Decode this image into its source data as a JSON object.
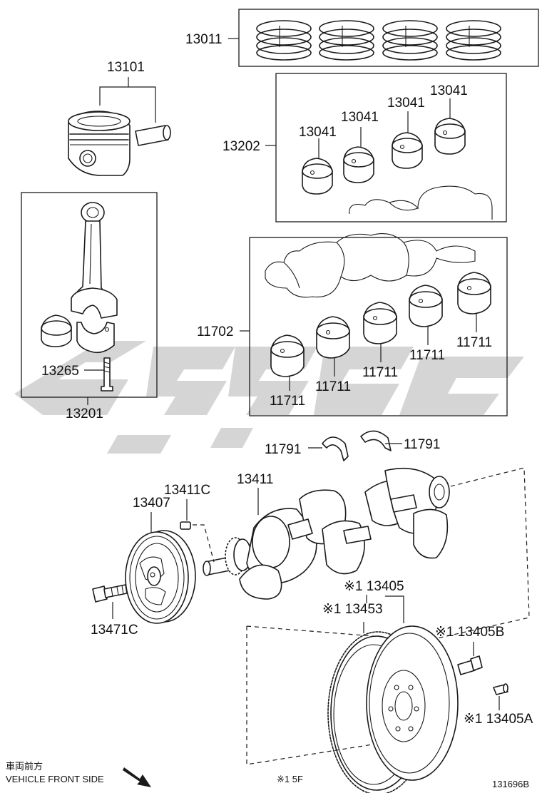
{
  "labels": {
    "piston_ring_set": "13011",
    "piston": "13101",
    "connecting_rod_bearing_set": "13202",
    "rod_bearing_1": "13041",
    "rod_bearing_2": "13041",
    "rod_bearing_3": "13041",
    "rod_bearing_4": "13041",
    "connecting_rod": "13201",
    "rod_bolt": "13265",
    "main_bearing_set": "11702",
    "main_bearing_1": "11711",
    "main_bearing_2": "11711",
    "main_bearing_3": "11711",
    "main_bearing_4": "11711",
    "main_bearing_5": "11711",
    "thrust_washer_left": "11791",
    "thrust_washer_right": "11791",
    "crankshaft": "13411",
    "pulley_key": "13411C",
    "crankshaft_pulley": "13407",
    "pulley_bolt": "13471C",
    "flywheel": "※1 13405",
    "ring_gear": "※1 13453",
    "flywheel_bolt": "※1 13405B",
    "flywheel_pin": "※1 13405A"
  },
  "footer": {
    "direction_jp": "車両前方",
    "direction_en": "VEHICLE FRONT SIDE",
    "note": "※1 5F",
    "diagram_code": "131696B"
  },
  "colors": {
    "line": "#1a1a1a",
    "watermark": "#9a9a9a",
    "background": "#ffffff"
  }
}
